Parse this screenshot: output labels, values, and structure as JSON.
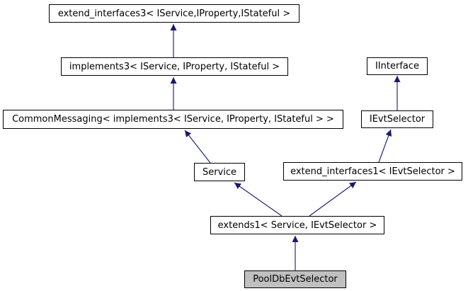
{
  "diagram": {
    "type": "class-inheritance-graph",
    "title": "PoolDbEvtSelector inheritance diagram",
    "nodes": [
      {
        "id": "extend_interfaces3",
        "label": "extend_interfaces3< IService,IProperty,IStateful >",
        "highlighted": false
      },
      {
        "id": "implements3",
        "label": "implements3< IService, IProperty, IStateful >",
        "highlighted": false
      },
      {
        "id": "CommonMessaging",
        "label": "CommonMessaging< implements3< IService, IProperty, IStateful > >",
        "highlighted": false
      },
      {
        "id": "IInterface",
        "label": "IInterface",
        "highlighted": false
      },
      {
        "id": "IEvtSelector",
        "label": "IEvtSelector",
        "highlighted": false
      },
      {
        "id": "Service",
        "label": "Service",
        "highlighted": false
      },
      {
        "id": "extend_interfaces1",
        "label": "extend_interfaces1< IEvtSelector >",
        "highlighted": false
      },
      {
        "id": "extends1",
        "label": "extends1< Service, IEvtSelector >",
        "highlighted": false
      },
      {
        "id": "PoolDbEvtSelector",
        "label": "PoolDbEvtSelector",
        "highlighted": true
      }
    ],
    "edges": [
      {
        "from": "implements3",
        "to": "extend_interfaces3"
      },
      {
        "from": "CommonMessaging",
        "to": "implements3"
      },
      {
        "from": "Service",
        "to": "CommonMessaging"
      },
      {
        "from": "IEvtSelector",
        "to": "IInterface"
      },
      {
        "from": "extend_interfaces1",
        "to": "IEvtSelector"
      },
      {
        "from": "extends1",
        "to": "Service"
      },
      {
        "from": "extends1",
        "to": "extend_interfaces1"
      },
      {
        "from": "PoolDbEvtSelector",
        "to": "extends1"
      }
    ],
    "colors": {
      "arrow": "#191970",
      "border": "#000000",
      "node_fill": "#ffffff",
      "highlight_fill": "#c0c0c0",
      "background": "#ffffff",
      "text": "#000000"
    }
  }
}
